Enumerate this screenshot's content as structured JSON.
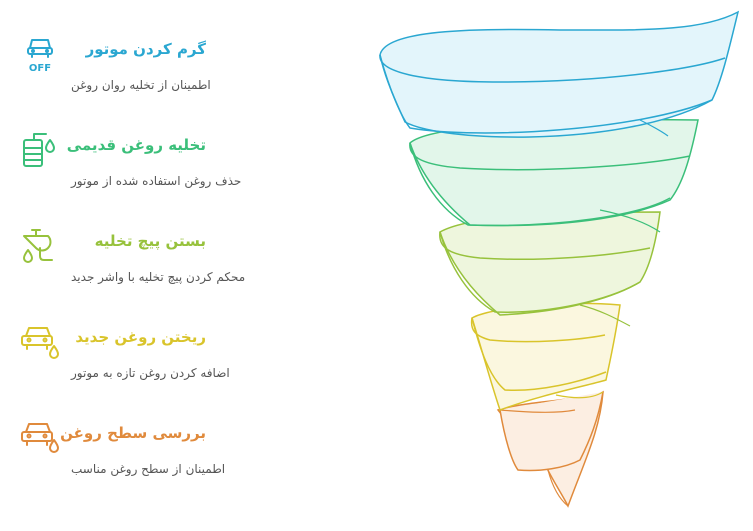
{
  "steps": [
    {
      "title": "گرم کردن موتور",
      "description": "اطمینان از تخلیه روان روغن",
      "color": "#2AA7D1",
      "icon": "car-engine-off-icon",
      "icon_label": "OFF"
    },
    {
      "title": "تخلیه روغن قدیمی",
      "description": "حذف روغن استفاده شده از موتور",
      "color": "#3BBF7A",
      "icon": "oil-can-drain-icon"
    },
    {
      "title": "بستن پیچ تخلیه",
      "description": "محکم کردن پیچ تخلیه با واشر جدید",
      "color": "#97C23C",
      "icon": "drain-plug-icon"
    },
    {
      "title": "ریختن روغن جدید",
      "description": "اضافه کردن روغن تازه به موتور",
      "color": "#D9C42B",
      "icon": "car-oil-drop-icon"
    },
    {
      "title": "بررسی سطح روغن",
      "description": "اطمینان از سطح روغن مناسب",
      "color": "#E08A3C",
      "icon": "car-oil-level-icon"
    }
  ],
  "funnel": {
    "colors": [
      "#2AA7D1",
      "#3BBF7A",
      "#97C23C",
      "#D9C42B",
      "#E08A3C"
    ],
    "fills": [
      "#E3F5FB",
      "#E2F6EA",
      "#EEF6DD",
      "#FBF7DF",
      "#FCEEE2"
    ]
  }
}
